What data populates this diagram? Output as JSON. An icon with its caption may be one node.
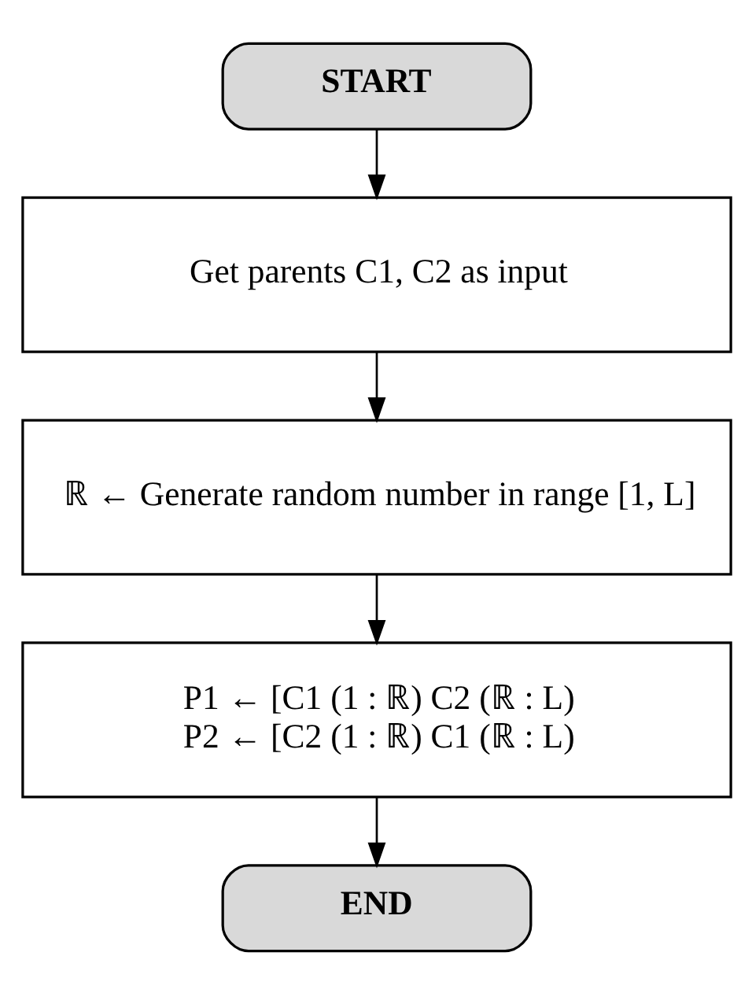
{
  "diagram": {
    "nodes": [
      {
        "text": [
          "START"
        ]
      },
      {
        "text": [
          "Get parents C1, C2 as input"
        ]
      },
      {
        "text": [
          "ℝ ← Generate random number in range [1, L]"
        ]
      },
      {
        "text": [
          "P1 ← [C1 (1 : ℝ) C2 (ℝ : L)",
          "P2 ← [C2 (1 : ℝ) C1 (ℝ : L)"
        ]
      },
      {
        "text": [
          "END"
        ]
      }
    ],
    "edges": [
      {
        "from": 0,
        "to": 1,
        "arrow": "to"
      },
      {
        "from": 1,
        "to": 2,
        "arrow": "to"
      },
      {
        "from": 2,
        "to": 3,
        "arrow": "to"
      },
      {
        "from": 3,
        "to": 4,
        "arrow": "to"
      }
    ]
  }
}
